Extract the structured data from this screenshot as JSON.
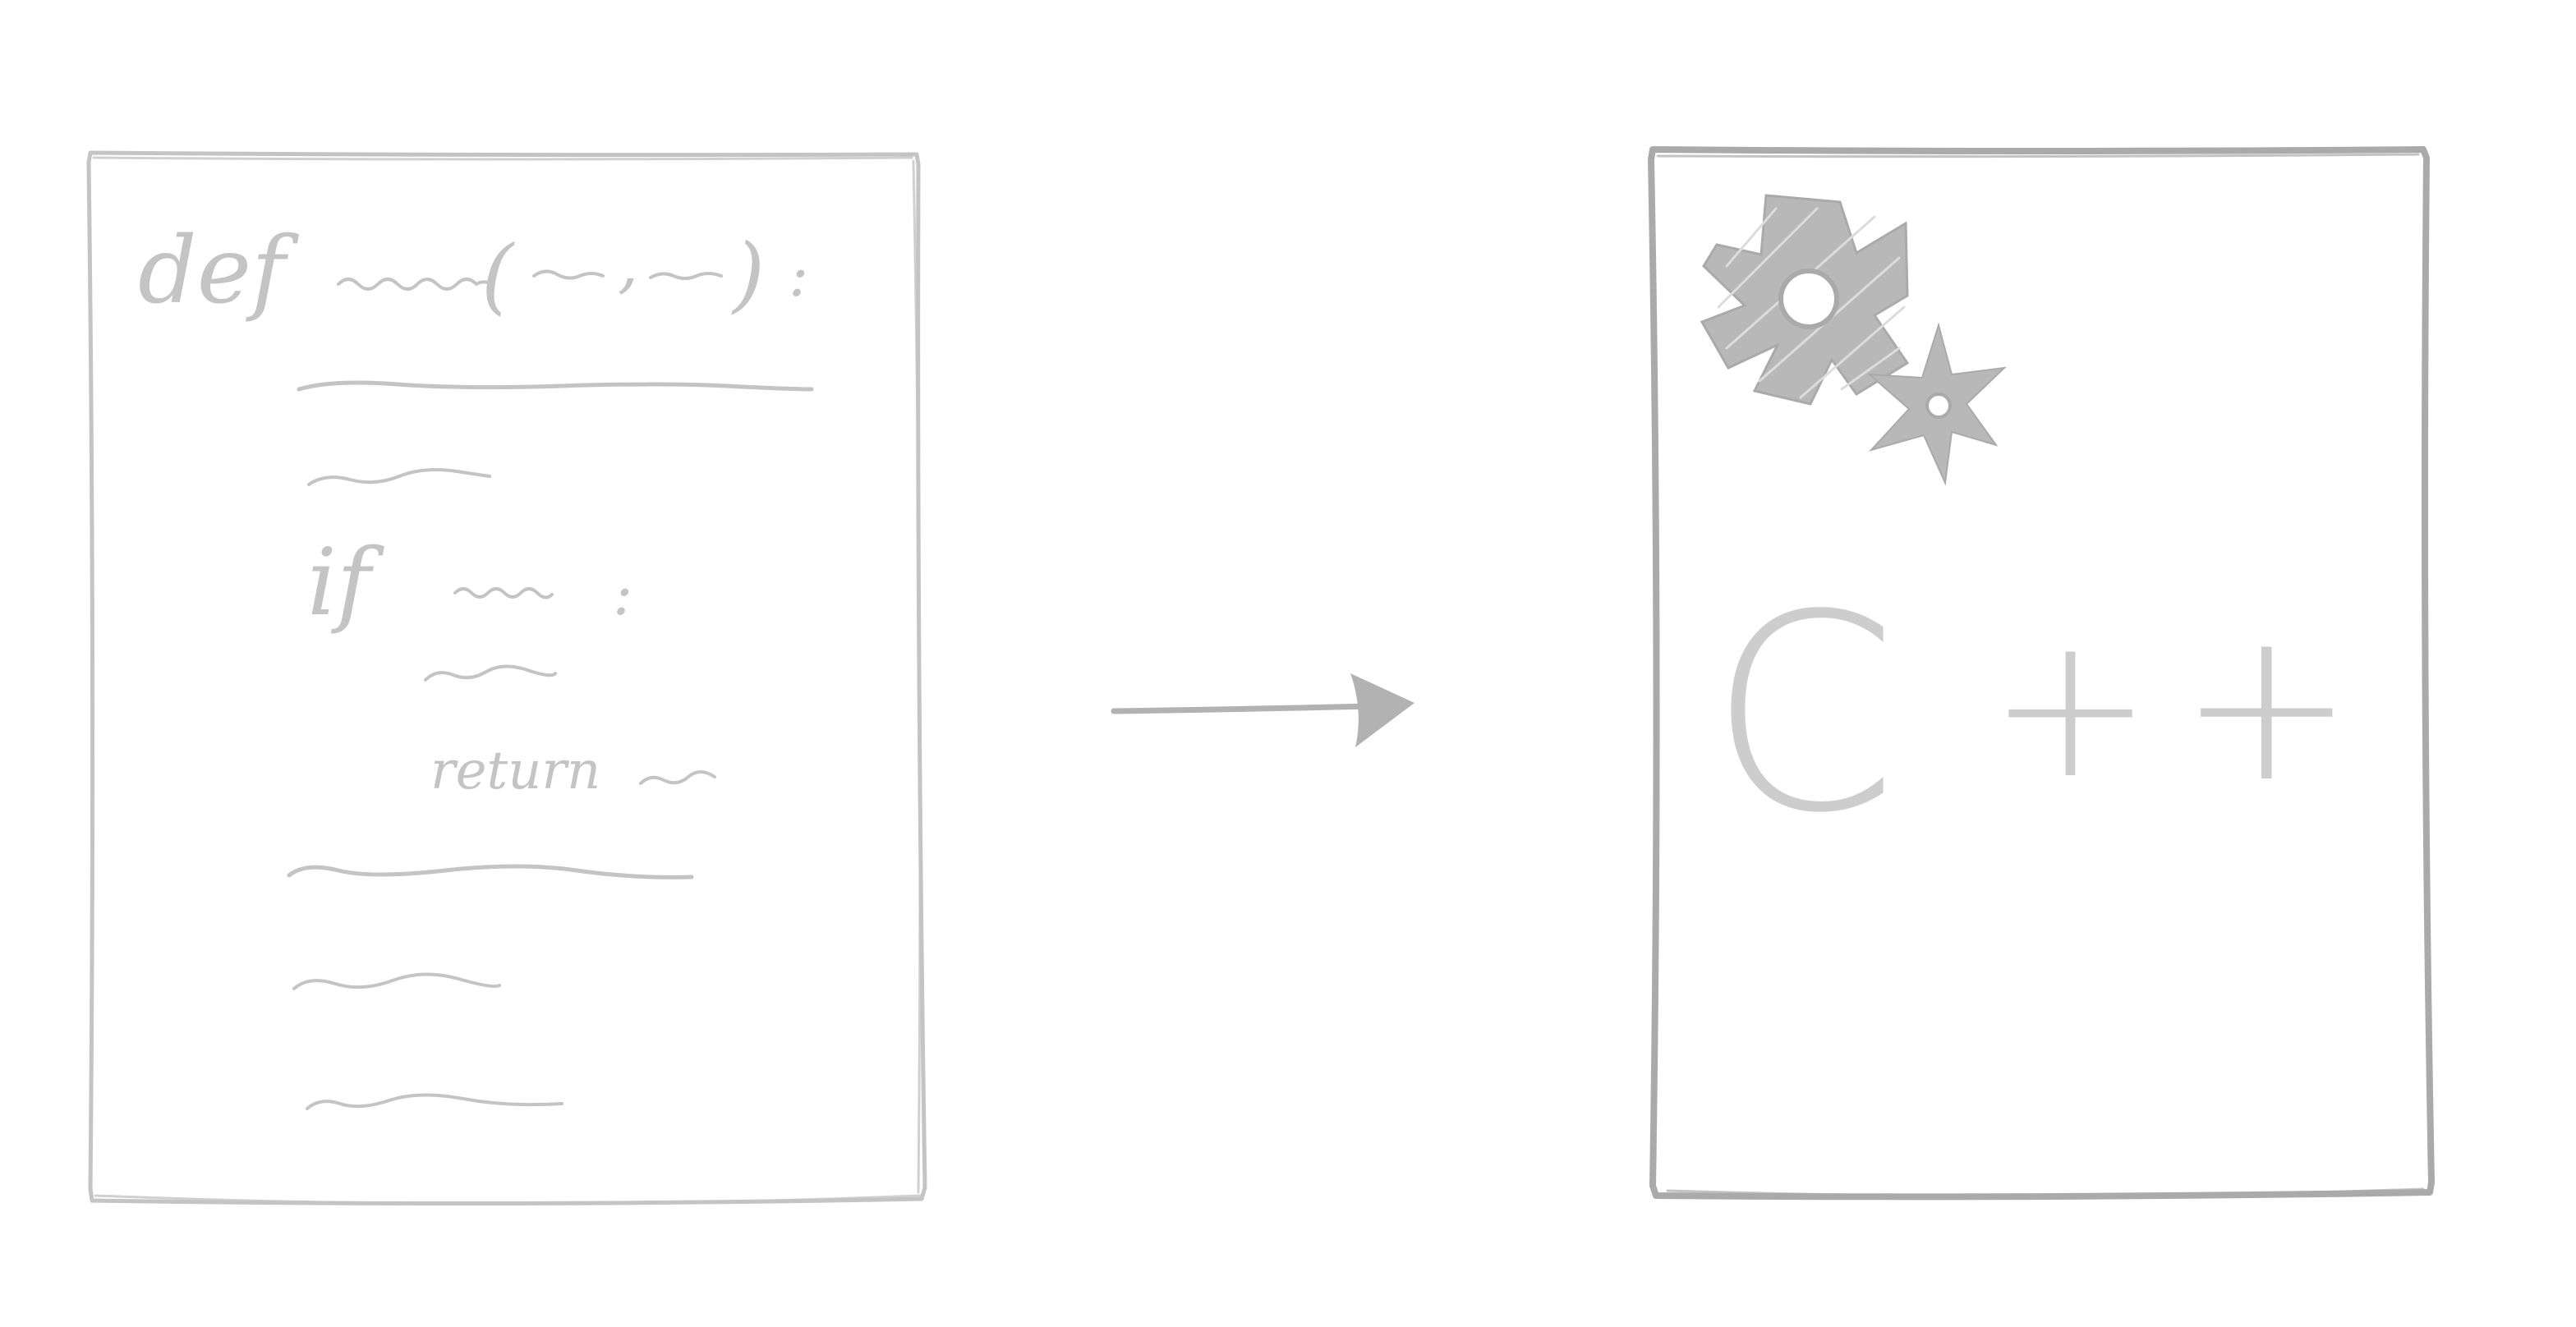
{
  "python_doc": {
    "keyword_def": "def",
    "paren_open": "(",
    "comma": ",",
    "paren_close": ")",
    "colon": ":",
    "keyword_if": "if",
    "if_colon": ":",
    "keyword_return": "return"
  },
  "cpp_doc": {
    "letter": "C",
    "plus_1": "+",
    "plus_2": "+"
  },
  "colors": {
    "left_ink": "#c4c4c4",
    "right_ink": "#aaaaaa",
    "arrow_ink": "#b2b2b2",
    "logo_fill": "#b8b8b8",
    "cpp_ink": "#cdcdcd",
    "background": "#ffffff"
  },
  "icons": {
    "large_gear": "gear-icon",
    "small_star": "star-icon",
    "arrow": "arrow-right-icon"
  }
}
